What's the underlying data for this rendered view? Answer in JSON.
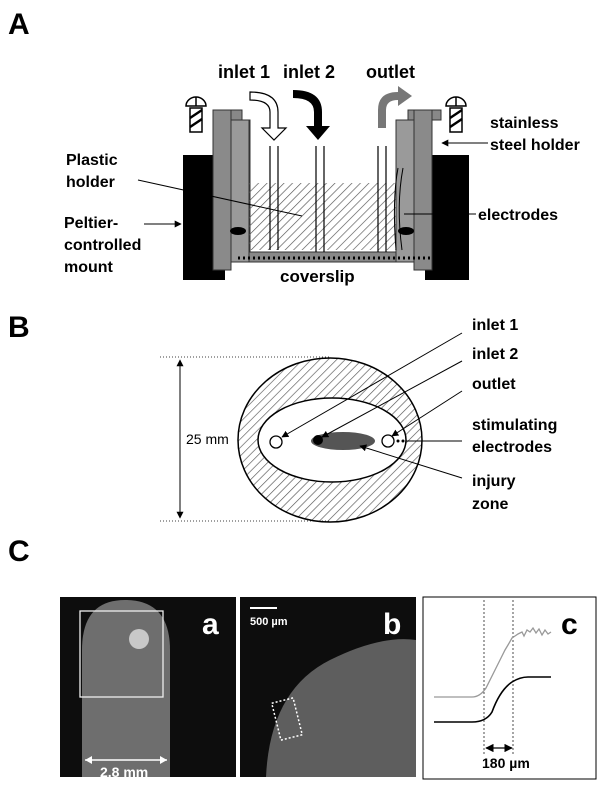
{
  "panels": {
    "A": "A",
    "B": "B",
    "C": "C"
  },
  "panel_a": {
    "inlet1": "inlet 1",
    "inlet2": "inlet 2",
    "outlet": "outlet",
    "holder_line1": "stainless",
    "holder_line2": "steel holder",
    "plastic_line1": "Plastic",
    "plastic_line2": "holder",
    "electrodes": "electrodes",
    "peltier_line1": "Peltier-",
    "peltier_line2": "controlled",
    "peltier_line3": "mount",
    "coverslip": "coverslip"
  },
  "panel_b": {
    "inlet1": "inlet 1",
    "inlet2": "inlet 2",
    "outlet": "outlet",
    "stim_line1": "stimulating",
    "stim_line2": "electrodes",
    "injury_line1": "injury",
    "injury_line2": "zone",
    "diameter": "25 mm"
  },
  "panel_c": {
    "a_letter": "a",
    "b_letter": "b",
    "c_letter": "c",
    "scale_a": "2.8 mm",
    "scale_b": "500 µm",
    "width_c": "180 µm"
  }
}
